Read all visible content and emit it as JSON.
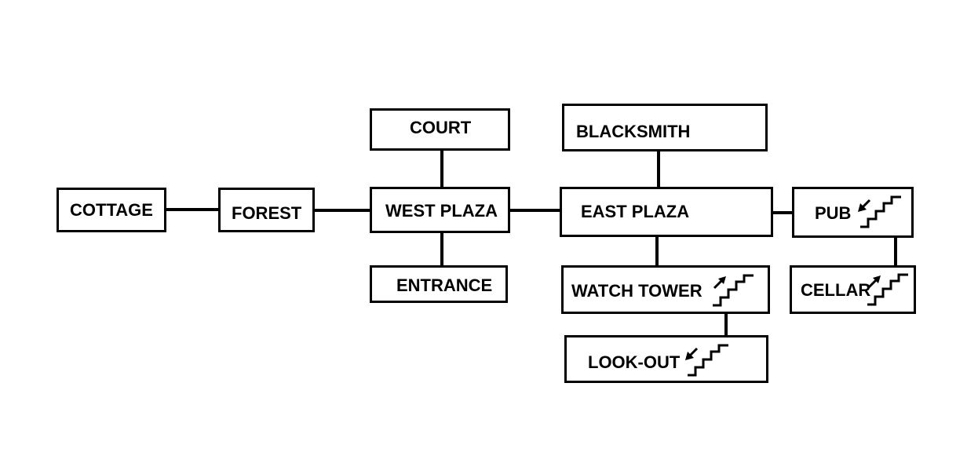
{
  "diagram": {
    "rooms": {
      "cottage": {
        "label": "COTTAGE"
      },
      "forest": {
        "label": "FOREST"
      },
      "court": {
        "label": "COURT"
      },
      "west_plaza": {
        "label": "WEST PLAZA"
      },
      "entrance": {
        "label": "ENTRANCE"
      },
      "blacksmith": {
        "label": "BLACKSMITH"
      },
      "east_plaza": {
        "label": "EAST PLAZA"
      },
      "pub": {
        "label": "PUB",
        "stairs": "down"
      },
      "watch_tower": {
        "label": "WATCH TOWER",
        "stairs": "up"
      },
      "cellar": {
        "label": "CELLAR",
        "stairs": "up"
      },
      "look_out": {
        "label": "LOOK-OUT",
        "stairs": "down"
      }
    },
    "connections": [
      [
        "cottage",
        "forest"
      ],
      [
        "forest",
        "west_plaza"
      ],
      [
        "court",
        "west_plaza"
      ],
      [
        "west_plaza",
        "entrance"
      ],
      [
        "west_plaza",
        "east_plaza"
      ],
      [
        "blacksmith",
        "east_plaza"
      ],
      [
        "east_plaza",
        "pub"
      ],
      [
        "east_plaza",
        "watch_tower"
      ],
      [
        "pub",
        "cellar"
      ],
      [
        "watch_tower",
        "look_out"
      ]
    ],
    "stroke_color": "#000000",
    "background_color": "#ffffff"
  }
}
